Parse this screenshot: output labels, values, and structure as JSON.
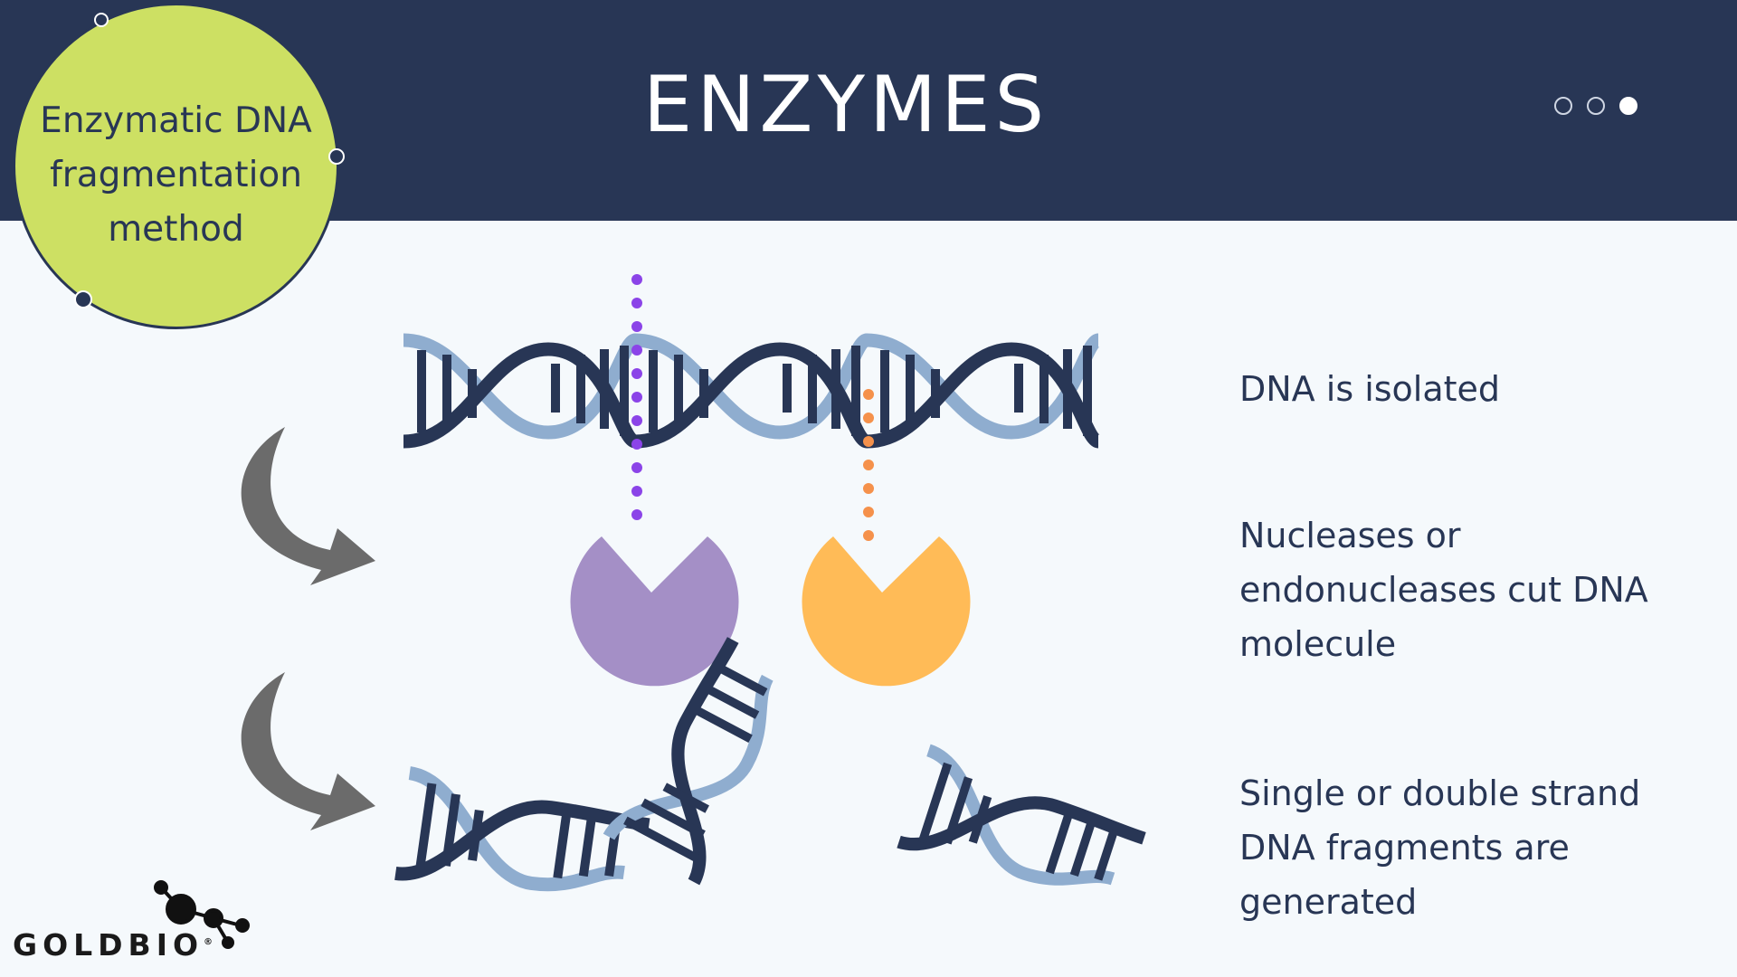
{
  "header": {
    "title": "ENZYMES",
    "pagination": {
      "total": 3,
      "current": 3
    }
  },
  "badge": {
    "label": "Enzymatic DNA fragmentation method"
  },
  "steps": [
    {
      "label": "DNA is isolated"
    },
    {
      "label": "Nucleases or endonucleases cut DNA molecule"
    },
    {
      "label": "Single or double strand DNA fragments are generated"
    }
  ],
  "enzymes": [
    {
      "name": "nuclease-1",
      "color": "#a48fc6",
      "cut_color": "#8b44e8"
    },
    {
      "name": "nuclease-2",
      "color": "#ffbb57",
      "cut_color": "#f5914b"
    }
  ],
  "colors": {
    "header": "#283655",
    "badge": "#cde063",
    "dna_strand_dark": "#283655",
    "dna_strand_light": "#8fadcf",
    "arrow": "#6b6b6b"
  },
  "logo": {
    "text": "GOLDBIO",
    "registered": "®"
  }
}
